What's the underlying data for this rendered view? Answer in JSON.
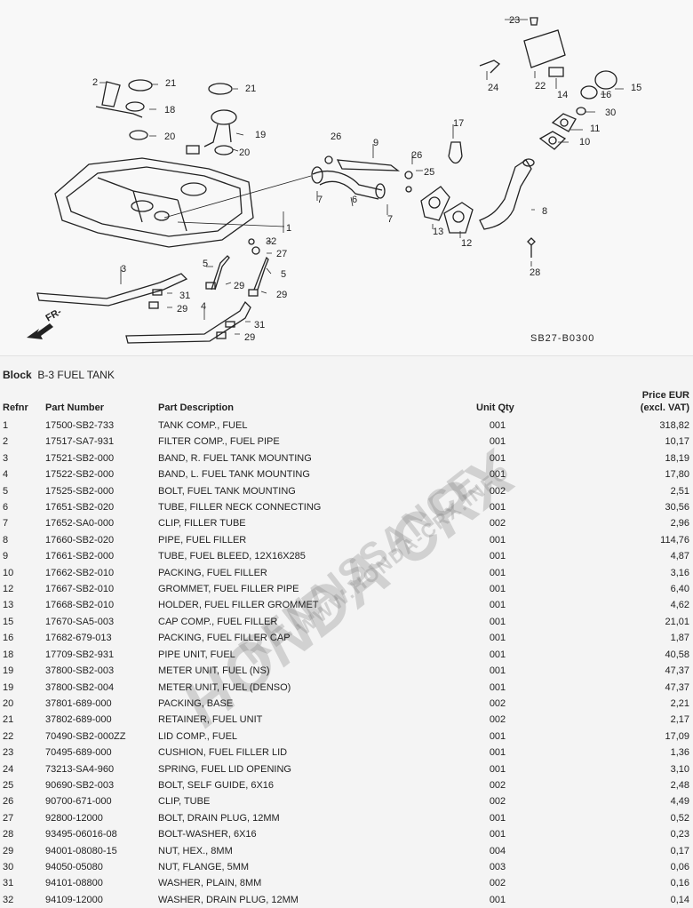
{
  "diagram": {
    "callouts": [
      "1",
      "2",
      "3",
      "4",
      "5",
      "5",
      "6",
      "7",
      "7",
      "8",
      "9",
      "10",
      "11",
      "12",
      "13",
      "14",
      "15",
      "16",
      "17",
      "18",
      "19",
      "20",
      "20",
      "21",
      "21",
      "22",
      "23",
      "24",
      "25",
      "26",
      "26",
      "27",
      "28",
      "29",
      "29",
      "29",
      "29",
      "30",
      "31",
      "31",
      "32"
    ],
    "code": "SB27-B0300",
    "fr_label": "FR-"
  },
  "watermark": {
    "line1": "HONDA CRX",
    "line2": "RENAISSANCE",
    "line3": "WWW.HONDA-CRX.INFO"
  },
  "block": {
    "label": "Block",
    "value": "B-3 FUEL TANK"
  },
  "table": {
    "headers": {
      "refnr": "Refnr",
      "part_number": "Part Number",
      "part_description": "Part Description",
      "unit_qty": "Unit Qty",
      "price_line1": "Price EUR",
      "price_line2": "(excl. VAT)"
    },
    "rows": [
      {
        "refnr": "1",
        "part_number": "17500-SB2-733",
        "description": "TANK COMP., FUEL",
        "qty": "001",
        "price": "318,82"
      },
      {
        "refnr": "2",
        "part_number": "17517-SA7-931",
        "description": "FILTER COMP., FUEL PIPE",
        "qty": "001",
        "price": "10,17"
      },
      {
        "refnr": "3",
        "part_number": "17521-SB2-000",
        "description": "BAND, R. FUEL TANK MOUNTING",
        "qty": "001",
        "price": "18,19"
      },
      {
        "refnr": "4",
        "part_number": "17522-SB2-000",
        "description": "BAND, L. FUEL TANK MOUNTING",
        "qty": "001",
        "price": "17,80"
      },
      {
        "refnr": "5",
        "part_number": "17525-SB2-000",
        "description": "BOLT, FUEL TANK MOUNTING",
        "qty": "002",
        "price": "2,51"
      },
      {
        "refnr": "6",
        "part_number": "17651-SB2-020",
        "description": "TUBE, FILLER NECK CONNECTING",
        "qty": "001",
        "price": "30,56"
      },
      {
        "refnr": "7",
        "part_number": "17652-SA0-000",
        "description": "CLIP, FILLER TUBE",
        "qty": "002",
        "price": "2,96"
      },
      {
        "refnr": "8",
        "part_number": "17660-SB2-020",
        "description": "PIPE, FUEL FILLER",
        "qty": "001",
        "price": "114,76"
      },
      {
        "refnr": "9",
        "part_number": "17661-SB2-000",
        "description": "TUBE, FUEL BLEED, 12X16X285",
        "qty": "001",
        "price": "4,87"
      },
      {
        "refnr": "10",
        "part_number": "17662-SB2-010",
        "description": "PACKING, FUEL FILLER",
        "qty": "001",
        "price": "3,16"
      },
      {
        "refnr": "12",
        "part_number": "17667-SB2-010",
        "description": "GROMMET, FUEL FILLER PIPE",
        "qty": "001",
        "price": "6,40"
      },
      {
        "refnr": "13",
        "part_number": "17668-SB2-010",
        "description": "HOLDER, FUEL FILLER GROMMET",
        "qty": "001",
        "price": "4,62"
      },
      {
        "refnr": "15",
        "part_number": "17670-SA5-003",
        "description": "CAP COMP., FUEL FILLER",
        "qty": "001",
        "price": "21,01"
      },
      {
        "refnr": "16",
        "part_number": "17682-679-013",
        "description": "PACKING, FUEL FILLER CAP",
        "qty": "001",
        "price": "1,87"
      },
      {
        "refnr": "18",
        "part_number": "17709-SB2-931",
        "description": "PIPE UNIT, FUEL",
        "qty": "001",
        "price": "40,58"
      },
      {
        "refnr": "19",
        "part_number": "37800-SB2-003",
        "description": "METER UNIT, FUEL (NS)",
        "qty": "001",
        "price": "47,37"
      },
      {
        "refnr": "19",
        "part_number": "37800-SB2-004",
        "description": "METER UNIT, FUEL (DENSO)",
        "qty": "001",
        "price": "47,37"
      },
      {
        "refnr": "20",
        "part_number": "37801-689-000",
        "description": "PACKING, BASE",
        "qty": "002",
        "price": "2,21"
      },
      {
        "refnr": "21",
        "part_number": "37802-689-000",
        "description": "RETAINER, FUEL UNIT",
        "qty": "002",
        "price": "2,17"
      },
      {
        "refnr": "22",
        "part_number": "70490-SB2-000ZZ",
        "description": "LID COMP., FUEL",
        "qty": "001",
        "price": "17,09"
      },
      {
        "refnr": "23",
        "part_number": "70495-689-000",
        "description": "CUSHION, FUEL FILLER LID",
        "qty": "001",
        "price": "1,36"
      },
      {
        "refnr": "24",
        "part_number": "73213-SA4-960",
        "description": "SPRING, FUEL LID OPENING",
        "qty": "001",
        "price": "3,10"
      },
      {
        "refnr": "25",
        "part_number": "90690-SB2-003",
        "description": "BOLT, SELF GUIDE, 6X16",
        "qty": "002",
        "price": "2,48"
      },
      {
        "refnr": "26",
        "part_number": "90700-671-000",
        "description": "CLIP, TUBE",
        "qty": "002",
        "price": "4,49"
      },
      {
        "refnr": "27",
        "part_number": "92800-12000",
        "description": "BOLT, DRAIN PLUG, 12MM",
        "qty": "001",
        "price": "0,52"
      },
      {
        "refnr": "28",
        "part_number": "93495-06016-08",
        "description": "BOLT-WASHER, 6X16",
        "qty": "001",
        "price": "0,23"
      },
      {
        "refnr": "29",
        "part_number": "94001-08080-15",
        "description": "NUT, HEX., 8MM",
        "qty": "004",
        "price": "0,17"
      },
      {
        "refnr": "30",
        "part_number": "94050-05080",
        "description": "NUT, FLANGE, 5MM",
        "qty": "003",
        "price": "0,06"
      },
      {
        "refnr": "31",
        "part_number": "94101-08800",
        "description": "WASHER, PLAIN, 8MM",
        "qty": "002",
        "price": "0,16"
      },
      {
        "refnr": "32",
        "part_number": "94109-12000",
        "description": "WASHER, DRAIN PLUG, 12MM",
        "qty": "001",
        "price": "0,14"
      }
    ]
  }
}
